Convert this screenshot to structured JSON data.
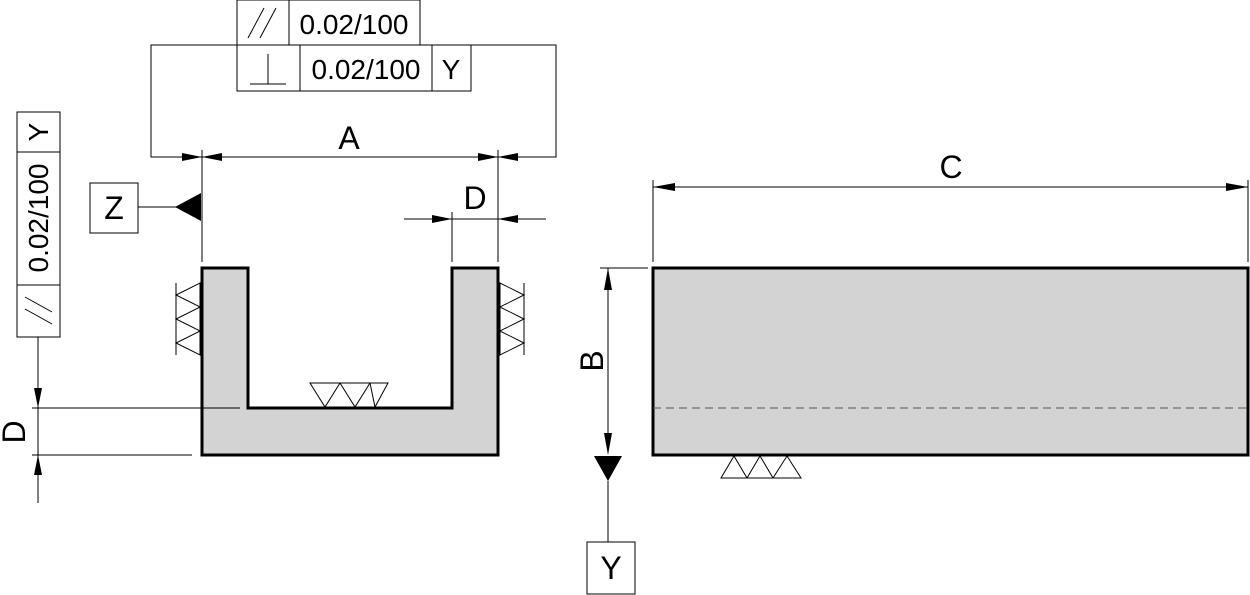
{
  "dimensions": {
    "a": "A",
    "b": "B",
    "c": "C",
    "d_top": "D",
    "d_left": "D"
  },
  "datums": {
    "z": "Z",
    "y": "Y"
  },
  "tolerance_frames": {
    "top_parallelism": {
      "symbol": "parallelism-icon",
      "value": "0.02/100"
    },
    "top_perpendicularity": {
      "symbol": "perpendicularity-icon",
      "value": "0.02/100",
      "datum": "Y"
    },
    "left_parallelism": {
      "symbol": "parallelism-icon",
      "value": "0.02/100",
      "datum": "Y"
    }
  },
  "colors": {
    "part_fill": "#d3d3d3",
    "line": "#000000"
  }
}
